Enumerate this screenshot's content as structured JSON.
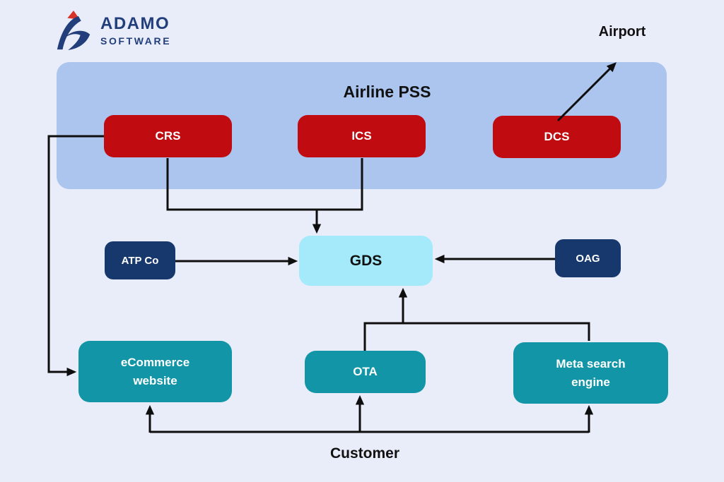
{
  "brand": {
    "line1": "ADAMO",
    "line2": "SOFTWARE"
  },
  "labels": {
    "pss_title": "Airline PSS",
    "airport": "Airport",
    "customer": "Customer"
  },
  "nodes": {
    "crs": "CRS",
    "ics": "ICS",
    "dcs": "DCS",
    "atp_co": "ATP Co",
    "gds": "GDS",
    "oag": "OAG",
    "ecommerce": "eCommerce website",
    "ota": "OTA",
    "meta_search": "Meta search engine"
  },
  "colors": {
    "background": "#e9edf9",
    "pss_container": "#acc5ef",
    "pss_subsystem_node": "#c00b10",
    "data_provider_node": "#17386d",
    "gds_node": "#a5eafa",
    "channel_node": "#1295a6",
    "edge": "#0e0e0e",
    "logo_navy": "#223f7c",
    "logo_red": "#d93327",
    "text_dark": "#111111",
    "text_light": "#ffffff"
  }
}
